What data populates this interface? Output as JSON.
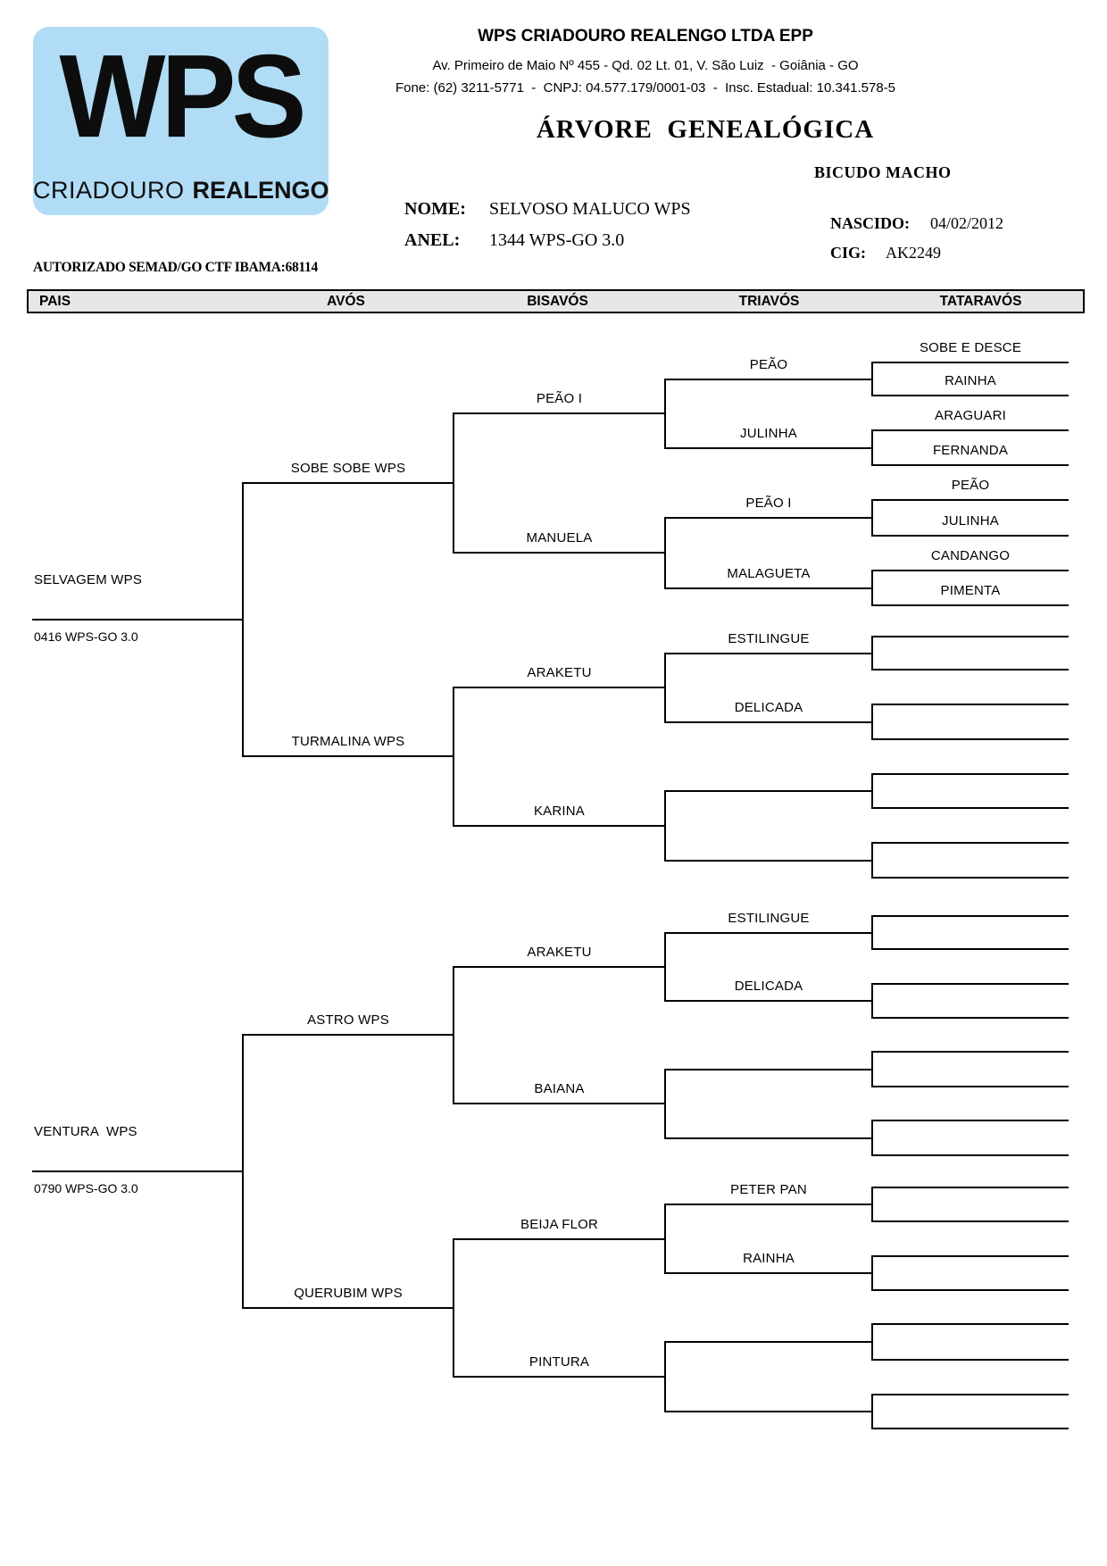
{
  "logo": {
    "wps": "WPS",
    "criadouro": "CRIADOURO",
    "realengo": "REALENGO"
  },
  "header": {
    "company": "WPS CRIADOURO REALENGO LTDA EPP",
    "address_line1": "Av. Primeiro de Maio Nº 455 - Qd. 02 Lt. 01, V. São Luiz  - Goiânia - GO",
    "address_line2": "Fone: (62) 3211-5771  -  CNPJ: 04.577.179/0001-03  -  Insc. Estadual: 10.341.578-5",
    "title": "ÁRVORE  GENEALÓGICA",
    "authorization": "AUTORIZADO SEMAD/GO CTF IBAMA:68114",
    "subject": {
      "nome_label": "NOME:",
      "nome": "SELVOSO MALUCO WPS",
      "anel_label": "ANEL:",
      "anel": "1344 WPS-GO 3.0",
      "species_sex": "BICUDO MACHO",
      "nascido_label": "NASCIDO:",
      "nascido": "04/02/2012",
      "cig_label": "CIG:",
      "cig": "AK2249"
    }
  },
  "table": {
    "columns": [
      "PAIS",
      "AVÓS",
      "BISAVÓS",
      "TRIAVÓS",
      "TATARAVÓS"
    ]
  },
  "pedigree": {
    "pais": [
      {
        "name": "SELVAGEM WPS",
        "ring": "0416 WPS-GO 3.0"
      },
      {
        "name": "VENTURA  WPS",
        "ring": "0790 WPS-GO 3.0"
      }
    ],
    "avos": [
      "SOBE SOBE WPS",
      "TURMALINA WPS",
      "ASTRO WPS",
      "QUERUBIM WPS"
    ],
    "bisavos": [
      "PEÃO I",
      "MANUELA",
      "ARAKETU",
      "KARINA",
      "ARAKETU",
      "BAIANA",
      "BEIJA FLOR",
      "PINTURA"
    ],
    "triavos": [
      "PEÃO",
      "JULINHA",
      "PEÃO I",
      "MALAGUETA",
      "ESTILINGUE",
      "DELICADA",
      "",
      "",
      "ESTILINGUE",
      "DELICADA",
      "",
      "",
      "PETER PAN",
      "RAINHA",
      "",
      ""
    ],
    "tataravos": [
      "SOBE E DESCE",
      "RAINHA",
      "ARAGUARI",
      "FERNANDA",
      "PEÃO",
      "JULINHA",
      "CANDANGO",
      "PIMENTA",
      "",
      "",
      "",
      "",
      "",
      "",
      "",
      "",
      "",
      "",
      "",
      "",
      "",
      "",
      "",
      "",
      "",
      "",
      "",
      "",
      "",
      "",
      "",
      ""
    ]
  },
  "colors": {
    "logo_bg": "#b0dcf6",
    "band_bg": "#e7e7e7",
    "line": "#000000"
  }
}
